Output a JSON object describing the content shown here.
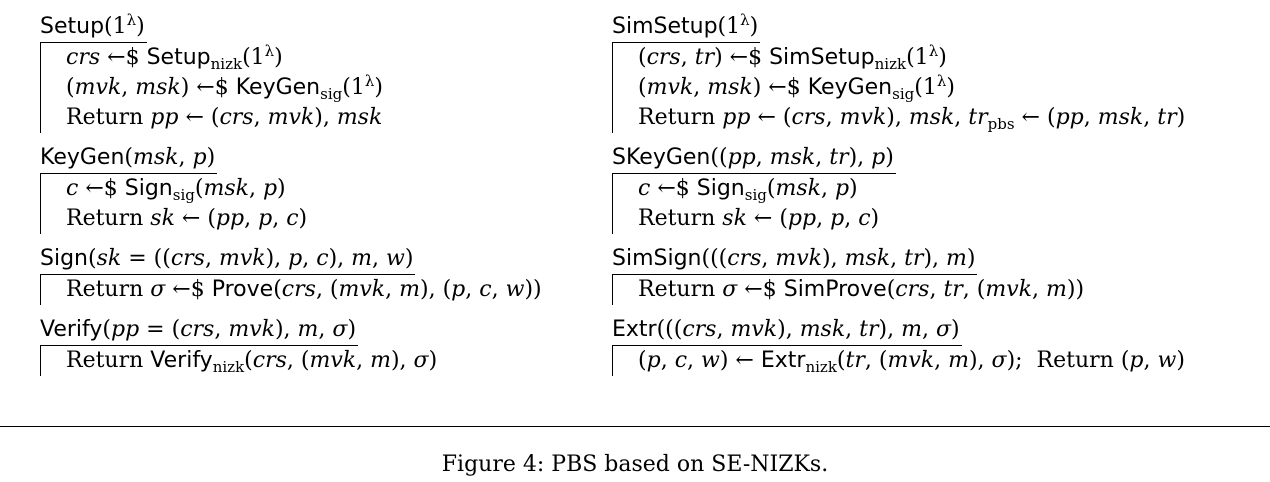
{
  "left": [
    {
      "header": "Setup(1^λ)",
      "lines": [
        "crs ←$ Setup_nizk(1^λ)",
        "(mvk, msk) ←$ KeyGen_sig(1^λ)",
        "Return pp ← (crs, mvk), msk"
      ]
    },
    {
      "header": "KeyGen(msk, p)",
      "lines": [
        "c ←$ Sign_sig(msk, p)",
        "Return sk ← (pp, p, c)"
      ]
    },
    {
      "header": "Sign(sk = ((crs, mvk), p, c), m, w)",
      "lines": [
        "Return σ ←$ Prove(crs, (mvk, m), (p, c, w))"
      ]
    },
    {
      "header": "Verify(pp = (crs, mvk), m, σ)",
      "lines": [
        "Return Verify_nizk(crs, (mvk, m), σ)"
      ]
    }
  ],
  "right": [
    {
      "header": "SimSetup(1^λ)",
      "lines": [
        "(crs, tr) ←$ SimSetup_nizk(1^λ)",
        "(mvk, msk) ←$ KeyGen_sig(1^λ)",
        "Return pp ← (crs, mvk), msk, tr_pbs ← (pp, msk, tr)"
      ]
    },
    {
      "header": "SKeyGen((pp, msk, tr), p)",
      "lines": [
        "c ←$ Sign_sig(msk, p)",
        "Return sk ← (pp, p, c)"
      ]
    },
    {
      "header": "SimSign(((crs, mvk), msk, tr), m)",
      "lines": [
        "Return σ ←$ SimProve(crs, tr, (mvk, m))"
      ]
    },
    {
      "header": "Extr(((crs, mvk), msk, tr), m, σ)",
      "lines": [
        "(p, c, w) ← Extr_nizk(tr, (mvk, m), σ);  Return (p, w)"
      ]
    }
  ],
  "caption": "Figure 4: PBS based on SE-NIZKs."
}
